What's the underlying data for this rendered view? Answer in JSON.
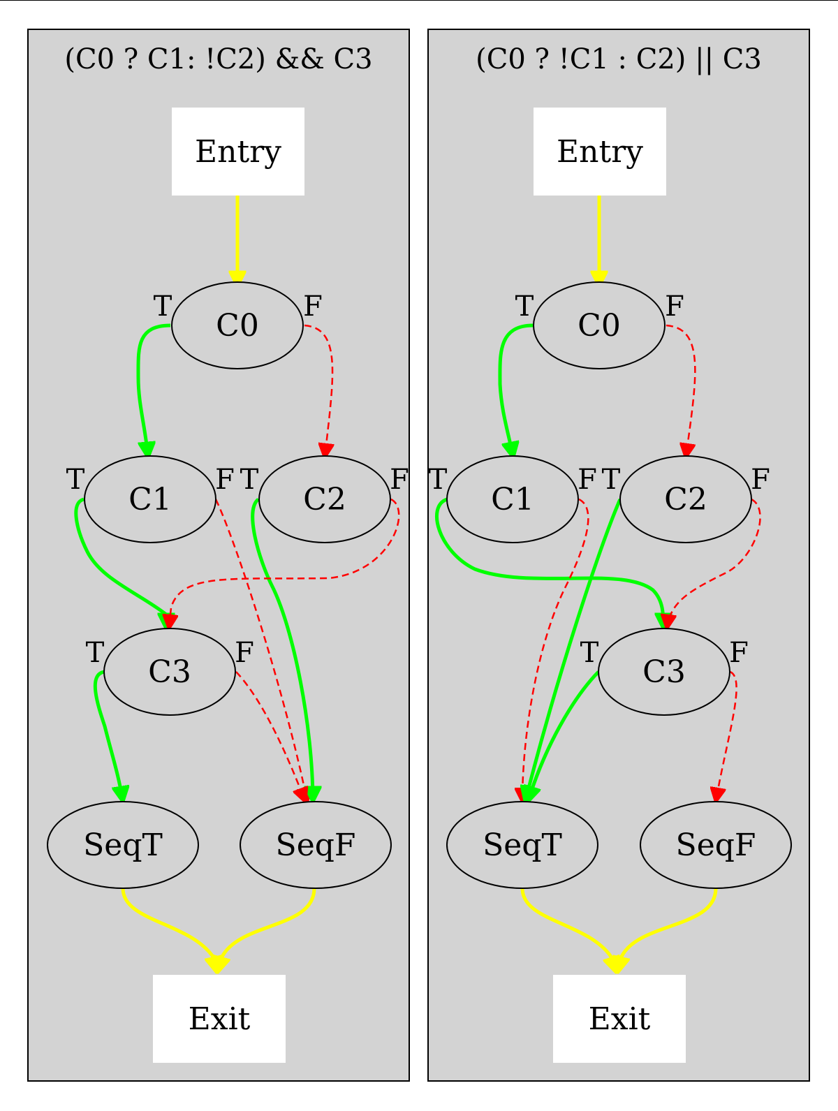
{
  "colors": {
    "cluster_fill": "#d3d3d3",
    "node_fill_box": "#ffffff",
    "true_edge": "#00ff00",
    "false_edge": "#ff0000",
    "flow_edge": "#ffff00"
  },
  "clusters": [
    {
      "title": "(C0 ? C1: !C2) && C3",
      "nodes": {
        "entry": "Entry",
        "c0": "C0",
        "c1": "C1",
        "c2": "C2",
        "c3": "C3",
        "seqt": "SeqT",
        "seqf": "SeqF",
        "exit": "Exit"
      },
      "ports": {
        "c0_t": "T",
        "c0_f": "F",
        "c1_t": "T",
        "c1_f": "F",
        "c2_t": "T",
        "c2_f": "F",
        "c3_t": "T",
        "c3_f": "F"
      }
    },
    {
      "title": "(C0 ? !C1 : C2) || C3",
      "nodes": {
        "entry": "Entry",
        "c0": "C0",
        "c1": "C1",
        "c2": "C2",
        "c3": "C3",
        "seqt": "SeqT",
        "seqf": "SeqF",
        "exit": "Exit"
      },
      "ports": {
        "c0_t": "T",
        "c0_f": "F",
        "c1_t": "T",
        "c1_f": "F",
        "c2_t": "T",
        "c2_f": "F",
        "c3_t": "T",
        "c3_f": "F"
      }
    }
  ]
}
